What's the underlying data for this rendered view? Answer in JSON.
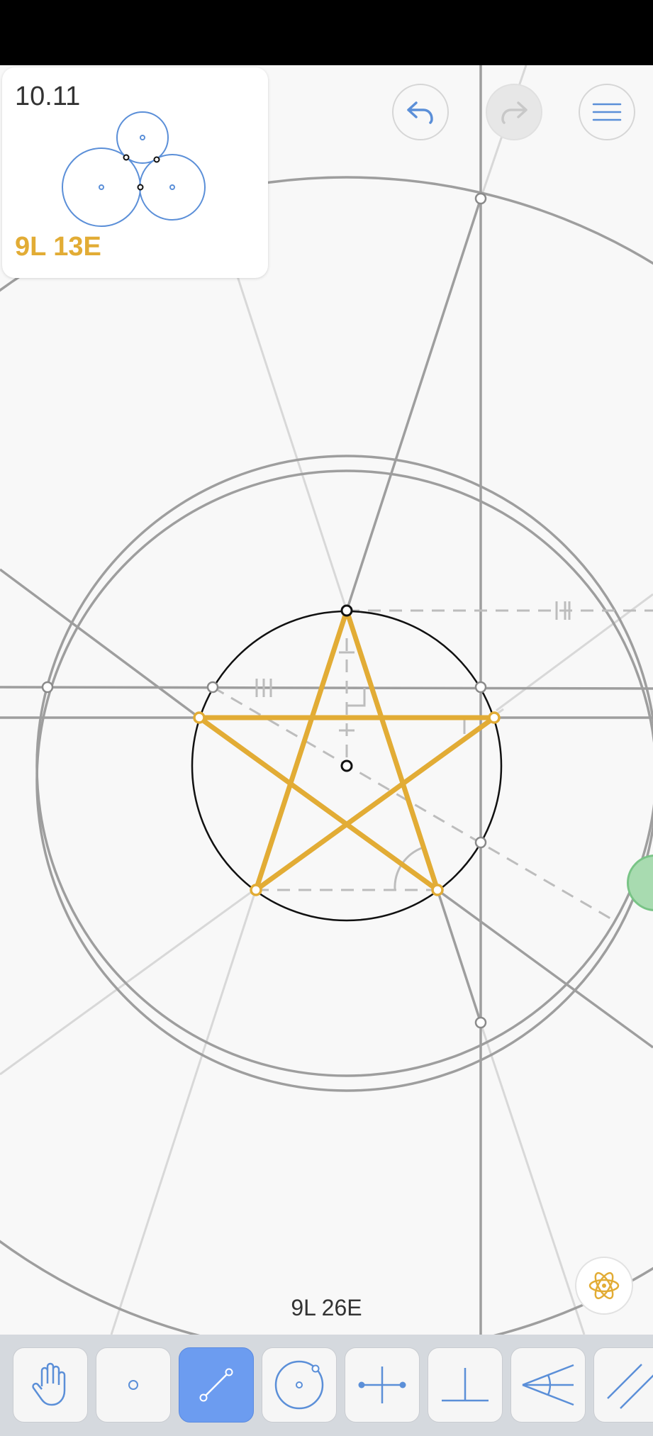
{
  "level": {
    "number": "10.11",
    "goal": "9L 13E"
  },
  "counter": "9L  26E",
  "colors": {
    "accent": "#e2ac35",
    "tool_active": "#6c9cf0",
    "construction": "#9e9e9e",
    "icon_blue": "#5b8fd8"
  },
  "top_buttons": {
    "undo": "undo-arrow-icon",
    "redo": "redo-arrow-icon",
    "menu": "hamburger-menu-icon"
  },
  "hint": "atom-hint-icon",
  "toolbar": {
    "tools": [
      {
        "name": "move",
        "icon": "hand-icon",
        "active": false
      },
      {
        "name": "point",
        "icon": "point-icon",
        "active": false
      },
      {
        "name": "line",
        "icon": "line-icon",
        "active": true
      },
      {
        "name": "circle",
        "icon": "circle-icon",
        "active": false
      },
      {
        "name": "perpendicular-bisector",
        "icon": "perpendicular-bisector-icon",
        "active": false
      },
      {
        "name": "perpendicular",
        "icon": "perpendicular-icon",
        "active": false
      },
      {
        "name": "angle-bisector",
        "icon": "angle-bisector-icon",
        "active": false
      },
      {
        "name": "parallel",
        "icon": "parallel-icon",
        "active": false
      }
    ]
  }
}
